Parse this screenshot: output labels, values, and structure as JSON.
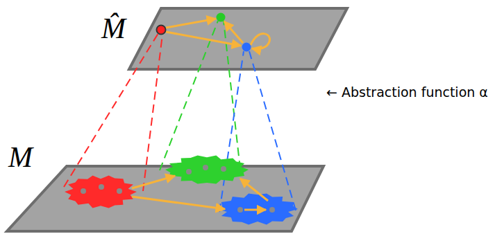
{
  "diagram": {
    "labels": [
      "M̂",
      "← Abstraction function α",
      "M"
    ]
  }
}
